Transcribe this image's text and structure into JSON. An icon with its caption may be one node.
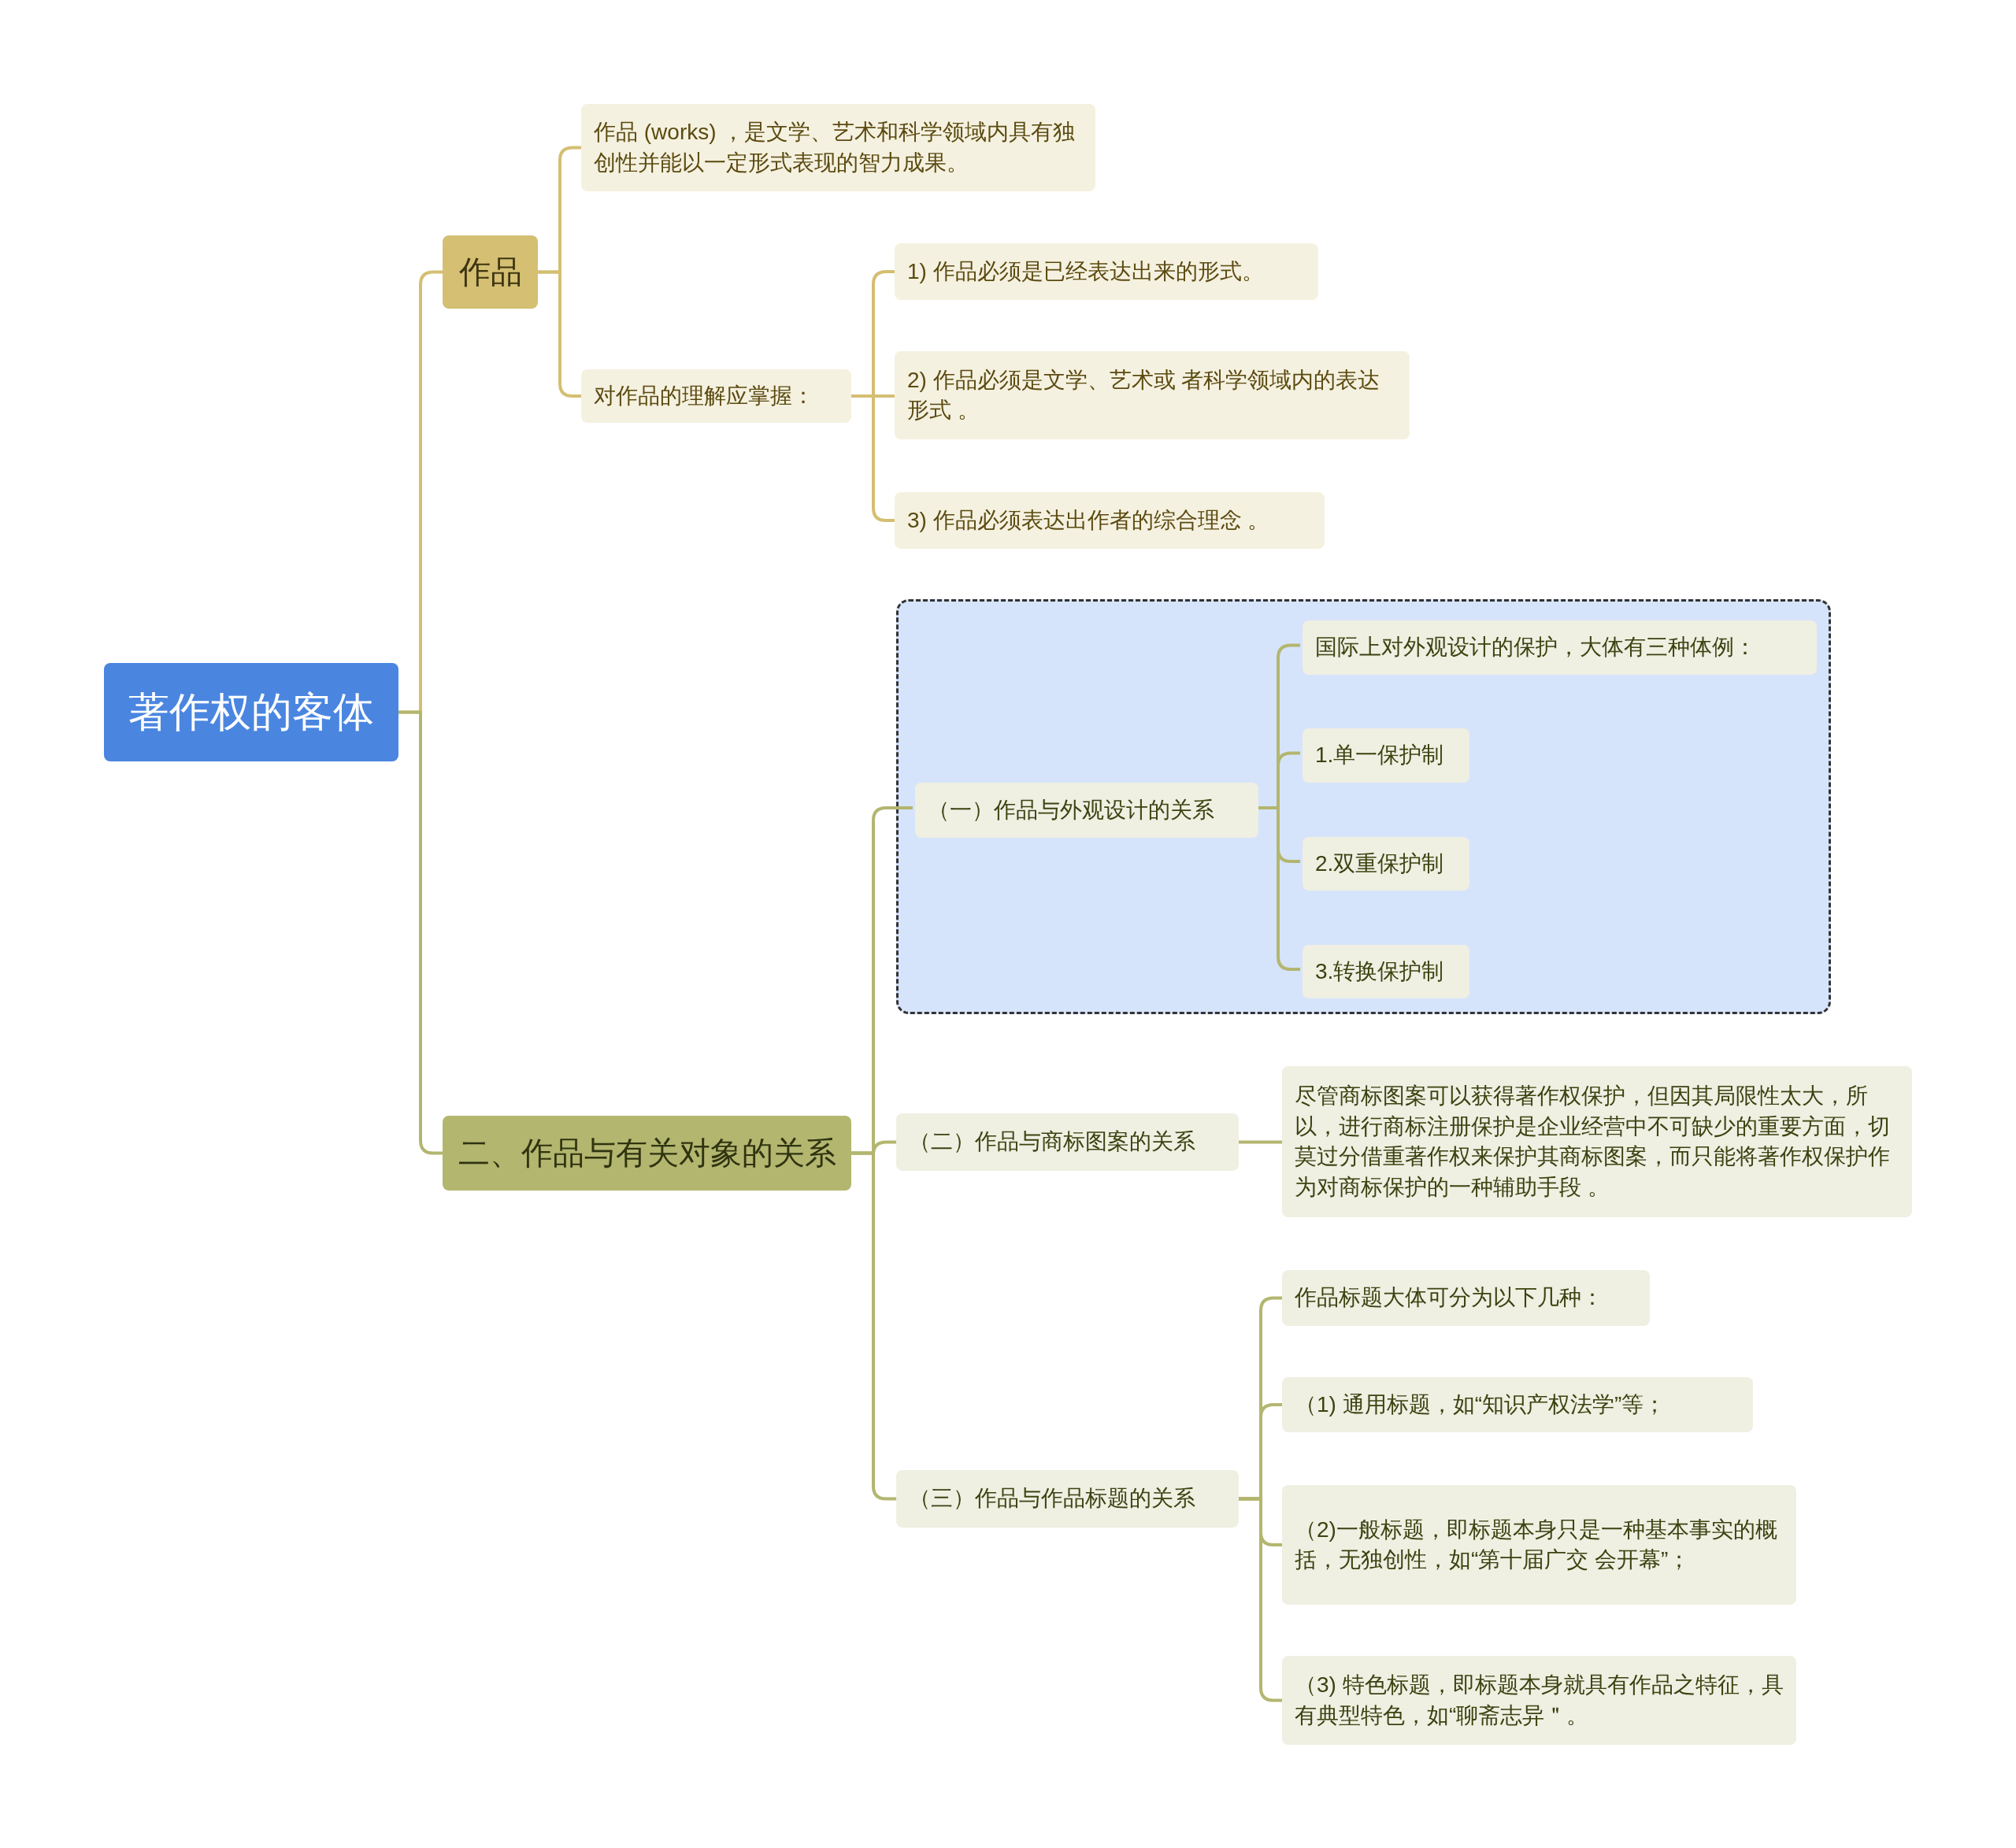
{
  "diagram": {
    "nodes": [
      {
        "text": [
          "著作权的客体"
        ]
      },
      {
        "text": [
          "作品"
        ]
      },
      {
        "text": [
          "作品 (works) ，是文学、艺术和科学领域内具有独创性并能以一定形式表现的智力成果。"
        ]
      },
      {
        "text": [
          "对作品的理解应掌握："
        ]
      },
      {
        "text": [
          "1) 作品必须是已经表达出来的形式。"
        ]
      },
      {
        "text": [
          "2) 作品必须是文学、艺术或 者科学领域内的表达形式 。"
        ]
      },
      {
        "text": [
          "3) 作品必须表达出作者的综合理念 。"
        ]
      },
      {
        "text": [
          "二、作品与有关对象的关系"
        ]
      },
      {
        "text": [],
        "shape": "box"
      },
      {
        "text": [
          "（一）作品与外观设计的关系"
        ],
        "in": 8
      },
      {
        "text": [
          "国际上对外观设计的保护，大体有三种体例："
        ],
        "in": 8
      },
      {
        "text": [
          "1.单一保护制"
        ],
        "in": 8
      },
      {
        "text": [
          "2.双重保护制"
        ],
        "in": 8
      },
      {
        "text": [
          "3.转换保护制"
        ],
        "in": 8
      },
      {
        "text": [
          "（二）作品与商标图案的关系"
        ]
      },
      {
        "text": [
          "尽管商标图案可以获得著作权保护，但因其局限性太大，所以，进行商标注册保护是企业经营中不可缺少的重要方面，切莫过分借重著作权来保护其商标图案，而只能将著作权保护作为对商标保护的一种辅助手段 。"
        ]
      },
      {
        "text": [
          "（三）作品与作品标题的关系"
        ]
      },
      {
        "text": [
          "作品标题大体可分为以下几种："
        ]
      },
      {
        "text": [
          "（1) 通用标题，如“知识产权法学”等；"
        ]
      },
      {
        "text": [
          "（2)一般标题，即标题本身只是一种基本事实的概括，无独创性，如“第十届广交 会开幕”；"
        ]
      },
      {
        "text": [
          "（3) 特色标题，即标题本身就具有作品之特征，具有典型特色，如“聊斋志异＂。"
        ]
      }
    ],
    "edges": [
      {
        "from": 0,
        "to": 1,
        "arrow": "none",
        "color": "#d4bf72"
      },
      {
        "from": 0,
        "to": 7,
        "arrow": "none"
      },
      {
        "from": 1,
        "to": 2,
        "arrow": "none",
        "color": "#d4bf72"
      },
      {
        "from": 1,
        "to": 3,
        "arrow": "none",
        "color": "#d4bf72"
      },
      {
        "from": 3,
        "to": 4,
        "arrow": "none",
        "color": "#d4bf72"
      },
      {
        "from": 3,
        "to": 5,
        "arrow": "none",
        "color": "#d4bf72"
      },
      {
        "from": 3,
        "to": 6,
        "arrow": "none",
        "color": "#d4bf72"
      },
      {
        "from": 7,
        "to": 9,
        "arrow": "none"
      },
      {
        "from": 7,
        "to": 14,
        "arrow": "none"
      },
      {
        "from": 7,
        "to": 16,
        "arrow": "none"
      },
      {
        "from": 9,
        "to": 10,
        "arrow": "none"
      },
      {
        "from": 9,
        "to": 11,
        "arrow": "none"
      },
      {
        "from": 9,
        "to": 12,
        "arrow": "none"
      },
      {
        "from": 9,
        "to": 13,
        "arrow": "none"
      },
      {
        "from": 14,
        "to": 15,
        "arrow": "none"
      },
      {
        "from": 16,
        "to": 17,
        "arrow": "none"
      },
      {
        "from": 16,
        "to": 18,
        "arrow": "none"
      },
      {
        "from": 16,
        "to": 19,
        "arrow": "none"
      },
      {
        "from": 16,
        "to": 20,
        "arrow": "none"
      }
    ]
  }
}
